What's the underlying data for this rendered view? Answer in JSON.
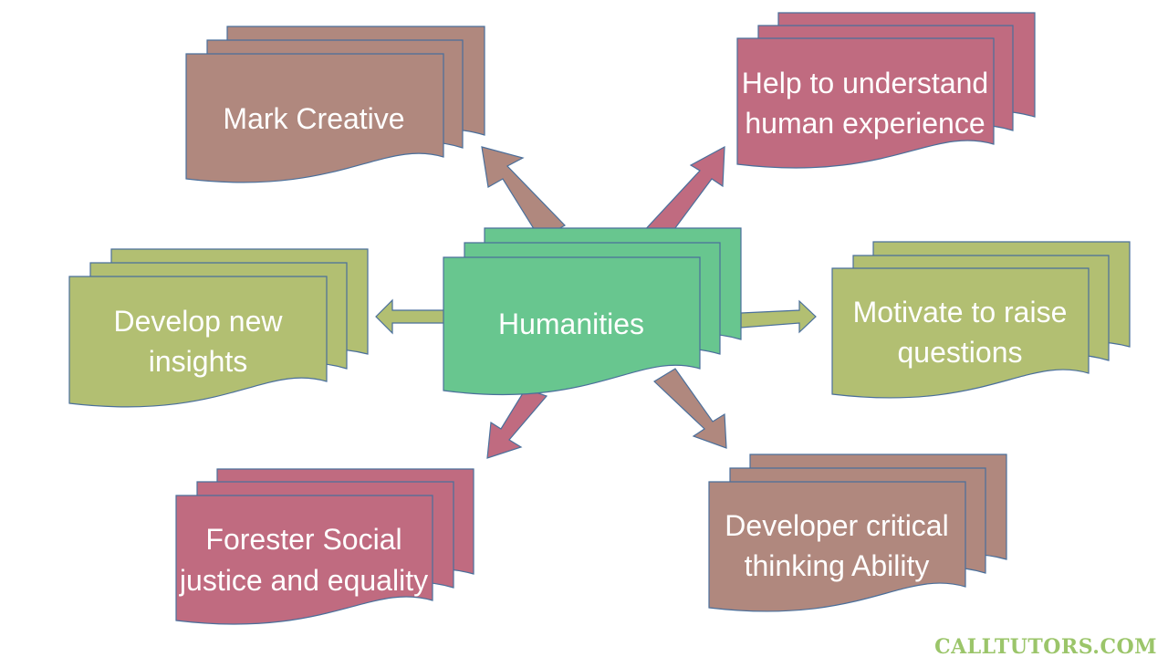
{
  "center": {
    "label": "Humanities"
  },
  "branches": [
    {
      "id": "mark-creative",
      "lines": [
        "Mark Creative"
      ],
      "color": "#b0887e"
    },
    {
      "id": "understand-human-experience",
      "lines": [
        "Help to understand",
        "human experience"
      ],
      "color": "#c06b80"
    },
    {
      "id": "develop-new-insights",
      "lines": [
        "Develop new",
        "insights"
      ],
      "color": "#b2bf72"
    },
    {
      "id": "motivate-questions",
      "lines": [
        "Motivate to raise",
        "questions"
      ],
      "color": "#b2bf72"
    },
    {
      "id": "foster-social-justice",
      "lines": [
        "Forester Social",
        "justice and equality"
      ],
      "color": "#c06b80"
    },
    {
      "id": "critical-thinking",
      "lines": [
        "Developer critical",
        "thinking Ability"
      ],
      "color": "#b0887e"
    }
  ],
  "center_color": "#68c68f",
  "border_color": "#4a6f9b",
  "watermark": "CALLTUTORS.COM"
}
